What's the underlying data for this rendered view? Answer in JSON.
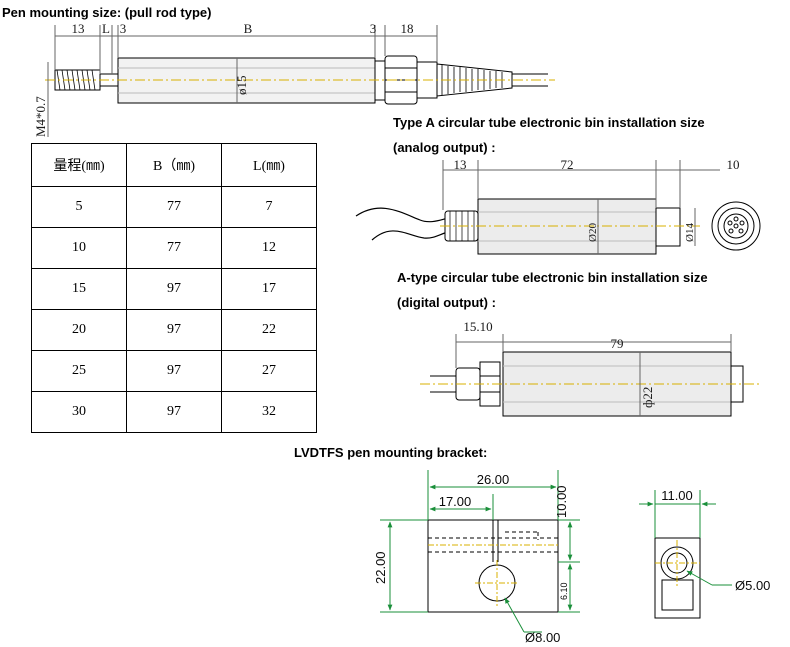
{
  "headings": {
    "pen_mounting": "Pen mounting size: (pull rod type)",
    "type_a_line1": "Type A circular tube electronic bin installation size",
    "type_a_line2": "(analog output) :",
    "a_type_line1": "A-type circular tube electronic bin installation size",
    "a_type_line2": "(digital output) :",
    "bracket": "LVDTFS pen mounting bracket:"
  },
  "pen_dims": {
    "d13": "13",
    "dL": "L",
    "d3a": "3",
    "dB": "B",
    "d3b": "3",
    "d18": "18",
    "dia15": "ø15",
    "thread": "M4*0.7"
  },
  "analog_dims": {
    "d13": "13",
    "d72": "72",
    "d10": "10",
    "dia20": "Ø20",
    "dia14": "Ø14"
  },
  "digital_dims": {
    "d1510": "15.10",
    "d79": "79",
    "dia22": "ф22"
  },
  "bracket_dims": {
    "w26": "26.00",
    "w17": "17.00",
    "h10": "10.00",
    "h22": "22.00",
    "h610": "6.10",
    "dia8": "Ø8.00",
    "w11": "11.00",
    "dia5": "Ø5.00"
  },
  "table": {
    "headers": [
      "量程(㎜)",
      "B（㎜)",
      "L(㎜)"
    ],
    "rows": [
      [
        "5",
        "77",
        "7"
      ],
      [
        "10",
        "77",
        "12"
      ],
      [
        "15",
        "97",
        "17"
      ],
      [
        "20",
        "97",
        "22"
      ],
      [
        "25",
        "97",
        "27"
      ],
      [
        "30",
        "97",
        "32"
      ]
    ]
  },
  "colors": {
    "line": "#000000",
    "dimension_green": "#1a8f3a",
    "center_yellow": "#e8c000",
    "body_gray": "#dedede"
  }
}
